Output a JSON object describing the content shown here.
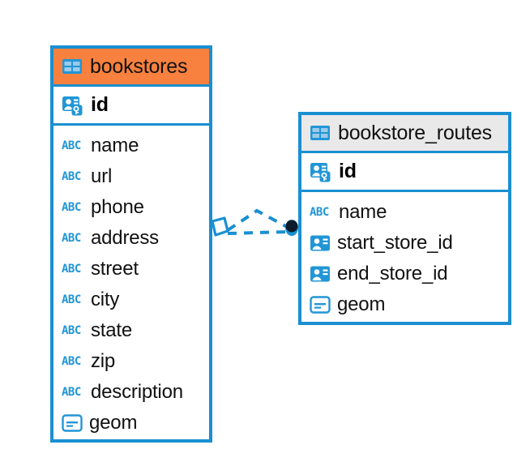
{
  "diagram": {
    "type": "entity-relationship-diagram",
    "colors": {
      "border": "#1a8fd1",
      "accent_blue": "#2196d6",
      "header_highlight": "#f8813f",
      "header_default": "#e9e9e9",
      "endpoint_dark": "#0d1b2a",
      "text": "#111111",
      "background": "#ffffff"
    },
    "entities": [
      {
        "id": "bookstores",
        "name": "bookstores",
        "header_style": "highlight",
        "table_icon": "table-icon",
        "primary_key": {
          "name": "id",
          "icon": "primary-key-icon"
        },
        "fields": [
          {
            "name": "name",
            "icon": "abc-icon",
            "type_label": "ABC"
          },
          {
            "name": "url",
            "icon": "abc-icon",
            "type_label": "ABC"
          },
          {
            "name": "phone",
            "icon": "abc-icon",
            "type_label": "ABC"
          },
          {
            "name": "address",
            "icon": "abc-icon",
            "type_label": "ABC"
          },
          {
            "name": "street",
            "icon": "abc-icon",
            "type_label": "ABC"
          },
          {
            "name": "city",
            "icon": "abc-icon",
            "type_label": "ABC"
          },
          {
            "name": "state",
            "icon": "abc-icon",
            "type_label": "ABC"
          },
          {
            "name": "zip",
            "icon": "abc-icon",
            "type_label": "ABC"
          },
          {
            "name": "description",
            "icon": "abc-icon",
            "type_label": "ABC"
          },
          {
            "name": "geom",
            "icon": "geometry-icon",
            "type_label": ""
          }
        ]
      },
      {
        "id": "bookstore_routes",
        "name": "bookstore_routes",
        "header_style": "default",
        "table_icon": "table-icon",
        "primary_key": {
          "name": "id",
          "icon": "primary-key-icon"
        },
        "fields": [
          {
            "name": "name",
            "icon": "abc-icon",
            "type_label": "ABC"
          },
          {
            "name": "start_store_id",
            "icon": "foreign-key-icon",
            "type_label": ""
          },
          {
            "name": "end_store_id",
            "icon": "foreign-key-icon",
            "type_label": ""
          },
          {
            "name": "geom",
            "icon": "geometry-icon",
            "type_label": ""
          }
        ]
      }
    ],
    "relationship": {
      "from_entity": "bookstores",
      "to_entity": "bookstore_routes",
      "line_style": "dashed",
      "source_marker": "polygon-marker",
      "target_marker": "filled-circle-marker"
    }
  }
}
